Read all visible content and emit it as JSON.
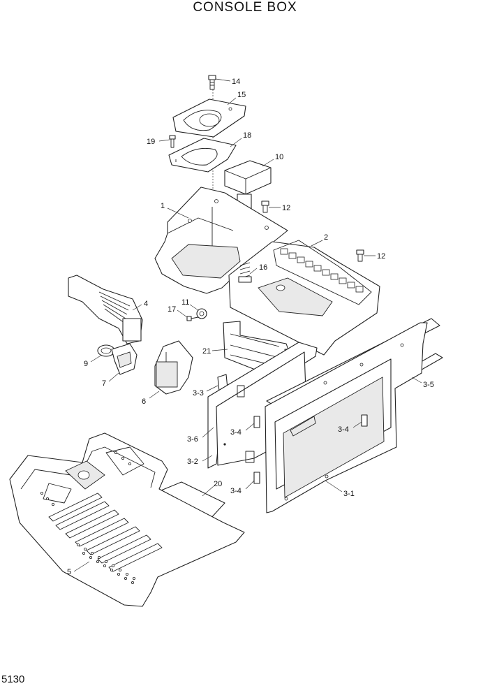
{
  "title": "CONSOLE BOX",
  "page_number": "5130",
  "callouts": {
    "c14": "14",
    "c15": "15",
    "c19": "19",
    "c18": "18",
    "c10": "10",
    "c1": "1",
    "c12a": "12",
    "c2": "2",
    "c12b": "12",
    "c16": "16",
    "c4": "4",
    "c11": "11",
    "c17": "17",
    "c21": "21",
    "c9": "9",
    "c7": "7",
    "c6": "6",
    "c33": "3-3",
    "c35": "3-5",
    "c34a": "3-4",
    "c34b": "3-4",
    "c34c": "3-4",
    "c36": "3-6",
    "c32": "3-2",
    "c20": "20",
    "c31": "3-1",
    "c5": "5"
  }
}
